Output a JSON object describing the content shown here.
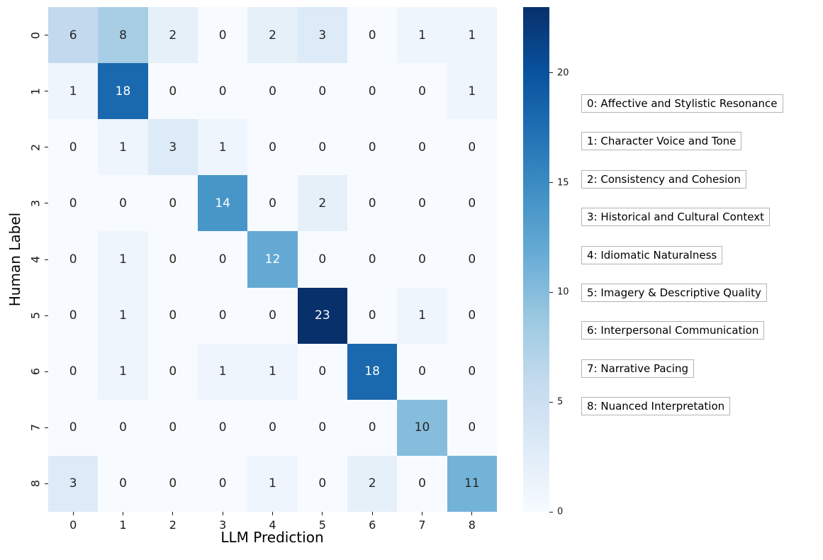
{
  "chart_data": {
    "type": "heatmap",
    "title": "",
    "xlabel": "LLM Prediction",
    "ylabel": "Human Label",
    "x_tick_labels": [
      "0",
      "1",
      "2",
      "3",
      "4",
      "5",
      "6",
      "7",
      "8"
    ],
    "y_tick_labels": [
      "0",
      "1",
      "2",
      "3",
      "4",
      "5",
      "6",
      "7",
      "8"
    ],
    "matrix": [
      [
        6,
        8,
        2,
        0,
        2,
        3,
        0,
        1,
        1
      ],
      [
        1,
        18,
        0,
        0,
        0,
        0,
        0,
        0,
        1
      ],
      [
        0,
        1,
        3,
        1,
        0,
        0,
        0,
        0,
        0
      ],
      [
        0,
        0,
        0,
        14,
        0,
        2,
        0,
        0,
        0
      ],
      [
        0,
        1,
        0,
        0,
        12,
        0,
        0,
        0,
        0
      ],
      [
        0,
        1,
        0,
        0,
        0,
        23,
        0,
        1,
        0
      ],
      [
        0,
        1,
        0,
        1,
        1,
        0,
        18,
        0,
        0
      ],
      [
        0,
        0,
        0,
        0,
        0,
        0,
        0,
        10,
        0
      ],
      [
        3,
        0,
        0,
        0,
        1,
        0,
        2,
        0,
        11
      ]
    ],
    "vmin": 0,
    "vmax": 23,
    "grid": false,
    "colormap": "Blues",
    "colormap_stops": [
      "#f7fbff",
      "#deebf7",
      "#c6dbef",
      "#9ecae1",
      "#6baed6",
      "#4292c6",
      "#2171b5",
      "#08519c",
      "#08306b"
    ],
    "annotation_colors": {
      "dark": "#262626",
      "light": "#ffffff"
    },
    "colorbar_ticks": [
      "0",
      "5",
      "10",
      "15",
      "20"
    ],
    "legend_position": "right",
    "legend": [
      "0: Affective and Stylistic Resonance",
      "1: Character Voice and Tone",
      "2: Consistency and Cohesion",
      "3: Historical and Cultural Context",
      "4: Idiomatic Naturalness",
      "5: Imagery & Descriptive Quality",
      "6: Interpersonal Communication",
      "7: Narrative Pacing",
      "8: Nuanced Interpretation"
    ]
  }
}
